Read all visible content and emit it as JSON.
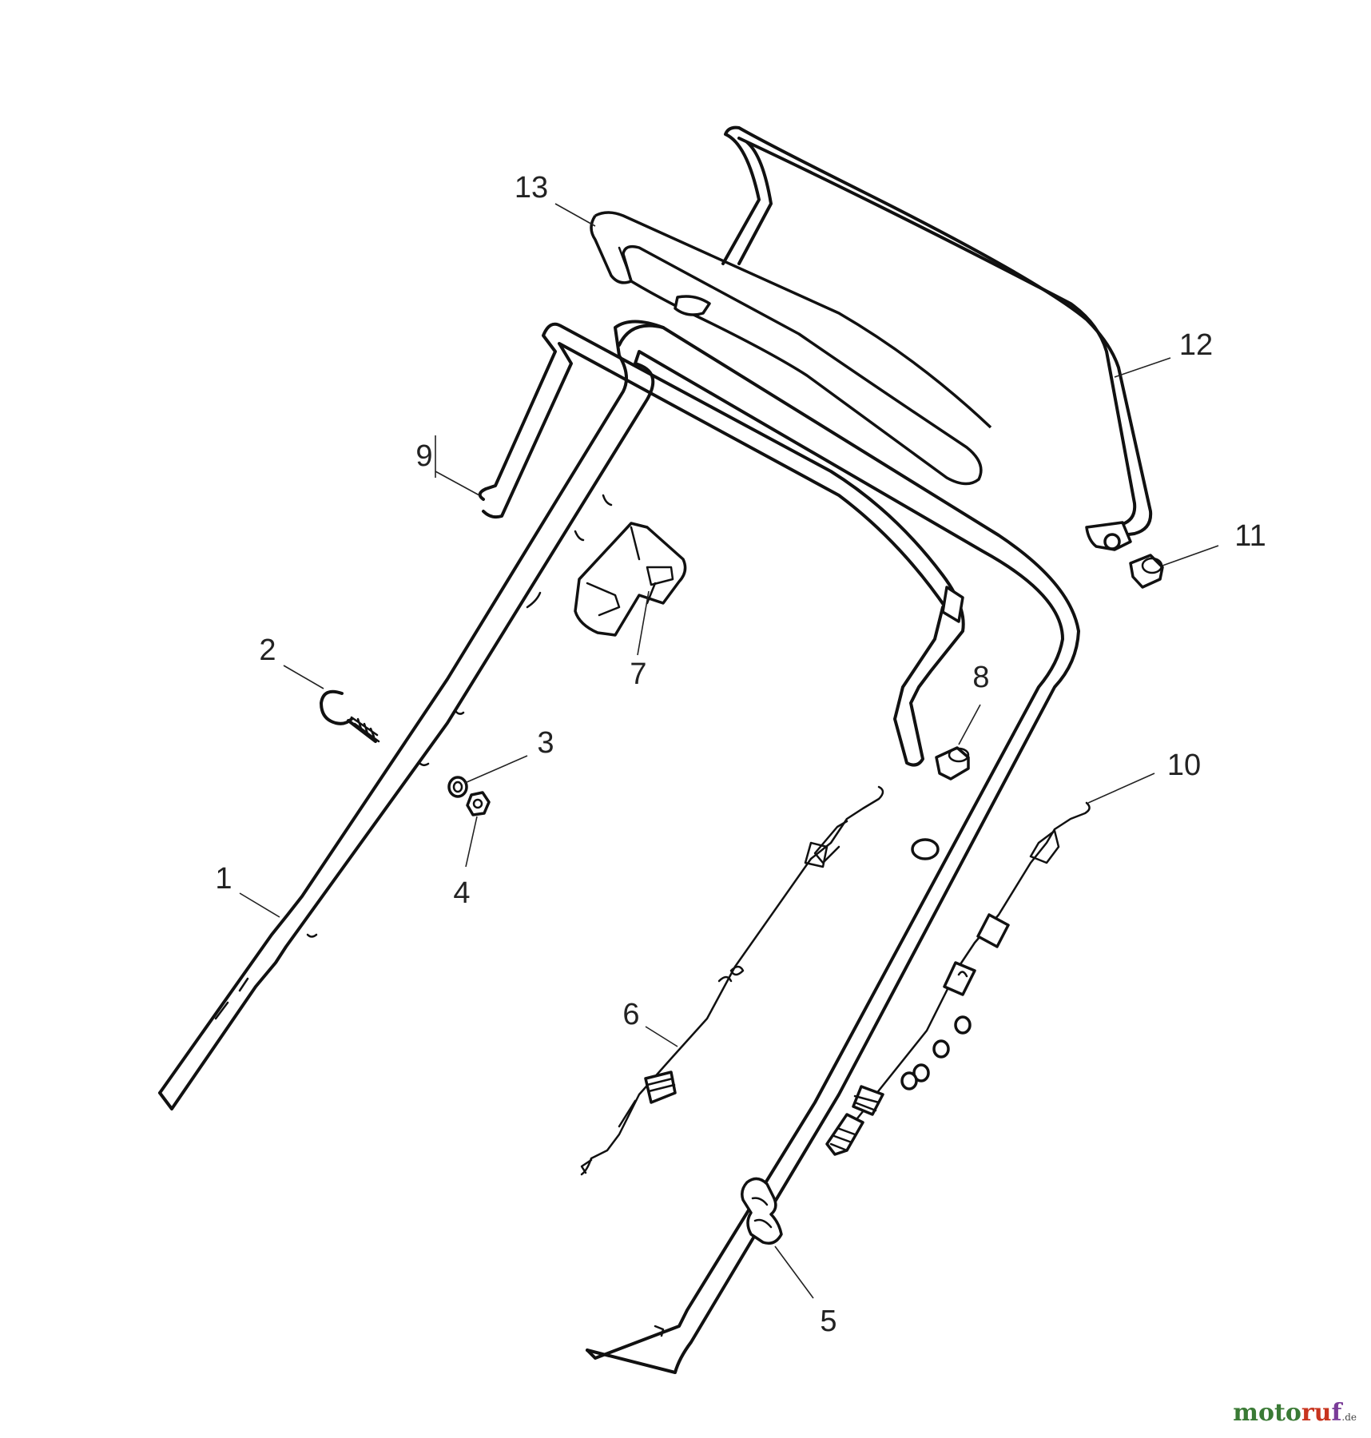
{
  "diagram": {
    "callouts": [
      "1",
      "2",
      "3",
      "4",
      "5",
      "6",
      "7",
      "8",
      "9",
      "10",
      "11",
      "12",
      "13"
    ]
  },
  "watermark": {
    "part1": "moto",
    "part2": "ru",
    "part3": "f",
    "tld": ".de"
  }
}
